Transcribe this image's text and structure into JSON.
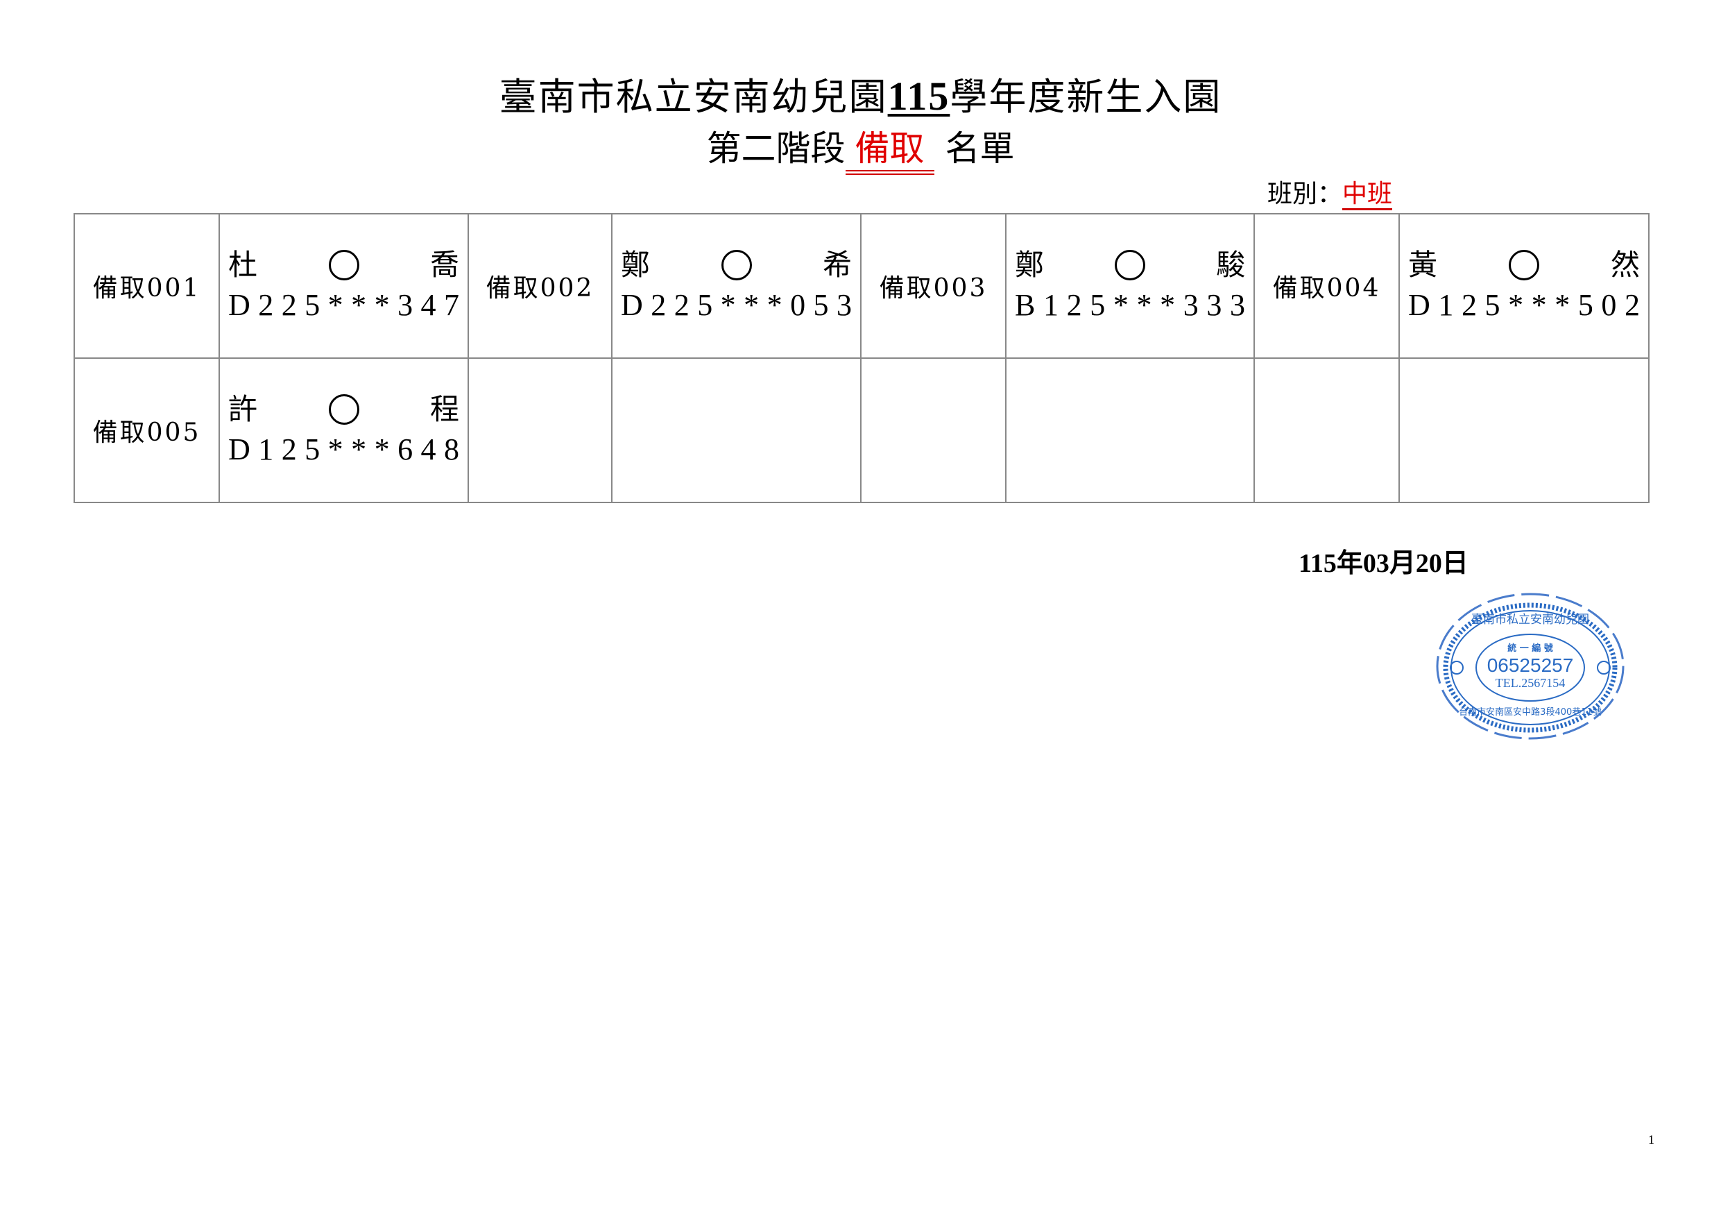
{
  "title": {
    "prefix": "臺南市私立安南幼兒園",
    "year": "115",
    "suffix": "學年度新生入園"
  },
  "subtitle": {
    "prefix": "第二階段",
    "highlight": "備取",
    "suffix": "名單"
  },
  "class_info": {
    "label": "班別：",
    "value": "中班"
  },
  "entries": [
    {
      "label": "備取001",
      "name_chars": [
        "杜",
        "○",
        "喬"
      ],
      "id": "D225***347"
    },
    {
      "label": "備取002",
      "name_chars": [
        "鄭",
        "○",
        "希"
      ],
      "id": "D225***053"
    },
    {
      "label": "備取003",
      "name_chars": [
        "鄭",
        "○",
        "駿"
      ],
      "id": "B125***333"
    },
    {
      "label": "備取004",
      "name_chars": [
        "黃",
        "○",
        "然"
      ],
      "id": "D125***502"
    },
    {
      "label": "備取005",
      "name_chars": [
        "許",
        "○",
        "程"
      ],
      "id": "D125***648"
    }
  ],
  "date": "115年03月20日",
  "stamp": {
    "name": "臺南市私立安南幼兒園",
    "tax_label": "統一編號",
    "tax_id": "06525257",
    "tel": "TEL.2567154",
    "address": "台南市安南區安中路3段400巷11號"
  },
  "page_number": "1",
  "colors": {
    "red": "#e00000",
    "stamp_blue": "#2a6bc4"
  }
}
